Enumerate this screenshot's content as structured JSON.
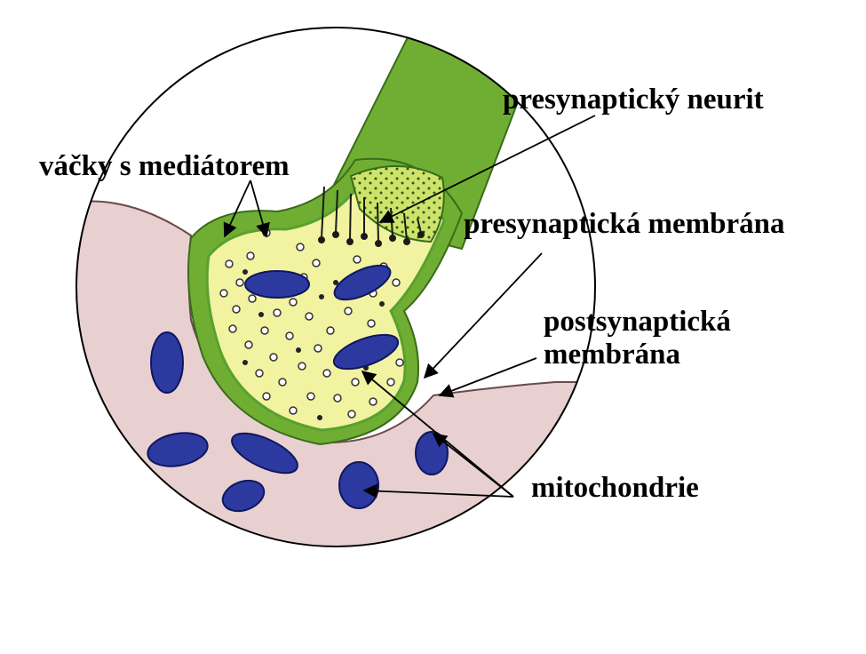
{
  "labels": {
    "vesicles": "váčky s mediátorem",
    "presynaptic_neurite": "presynaptický neurit",
    "presynaptic_membrane": "presynaptická membrána",
    "postsynaptic_membrane_line1": "postsynaptická",
    "postsynaptic_membrane_line2": "membrána",
    "mitochondria": "mitochondrie"
  },
  "colors": {
    "background": "#ffffff",
    "postsynaptic_cell": "#e9d0d0",
    "neurite": "#6fae32",
    "bouton_fill": "#f1f3a0",
    "bouton_edge": "#58a12f",
    "active_zone": "#cfe36a",
    "mitochondria": "#2c3aa0",
    "arrows": "#000000"
  }
}
